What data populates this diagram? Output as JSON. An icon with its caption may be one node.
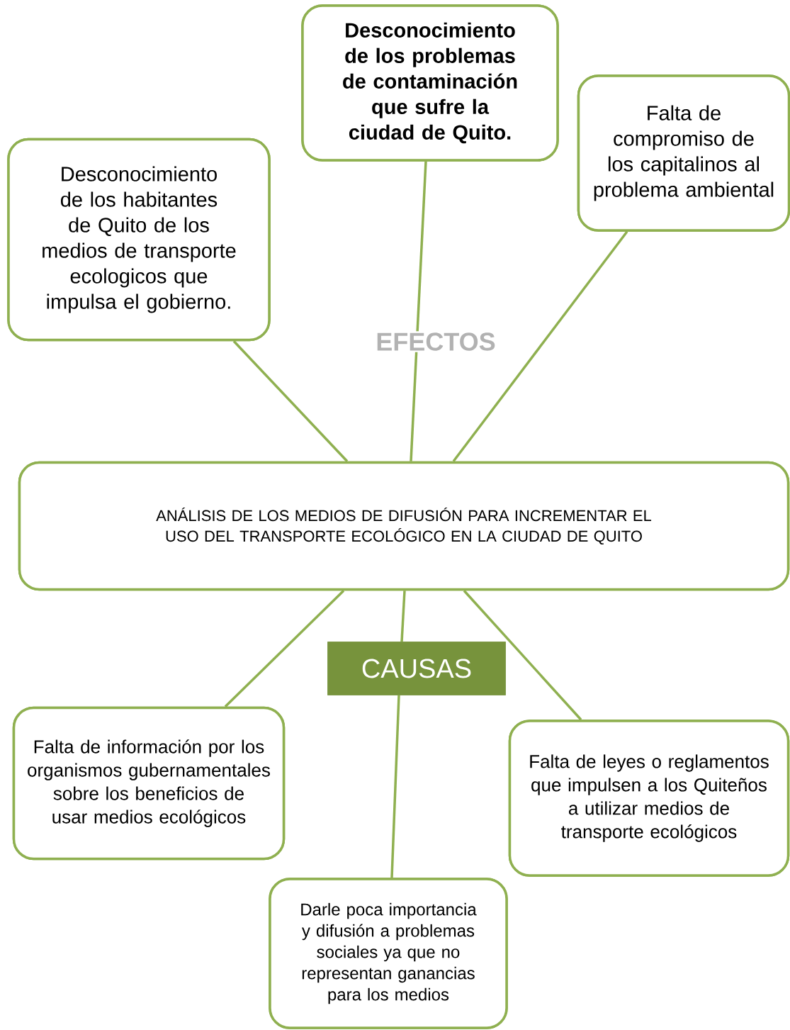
{
  "diagram": {
    "nodes": [
      {
        "text": [
          "ANÁLISIS DE LOS MEDIOS DE DIFUSIÓN PARA INCREMENTAR EL USO DEL TRANSPORTE ECOLÓGICO EN LA CIUDAD DE QUITO"
        ]
      },
      {
        "text": [
          "Desconocimiento de los habitantes de Quito de los medios de transporte ecologicos que impulsa el gobierno."
        ]
      },
      {
        "text": [
          "Desconocimiento de los problemas de contaminación que sufre la ciudad de Quito."
        ]
      },
      {
        "text": [
          "Falta de compromiso de los capitalinos al problema ambiental"
        ]
      },
      {
        "text": [
          "CAUSAS"
        ]
      },
      {
        "text": [
          "Falta de información por los organismos gubernamentales sobre los beneficios de usar medios ecológicos"
        ]
      },
      {
        "text": [
          "Falta de leyes o reglamentos que impulsen a los Quiteños a utilizar medios de transporte ecológicos"
        ]
      },
      {
        "text": [
          "Darle poca importancia y difusión a problemas sociales ya que no representan ganancias para los medios"
        ]
      }
    ],
    "edges": [
      {
        "from": 1,
        "to": 0,
        "arrow": "none"
      },
      {
        "from": 2,
        "to": 0,
        "arrow": "none"
      },
      {
        "from": 3,
        "to": 0,
        "arrow": "none"
      },
      {
        "from": 0,
        "to": 5,
        "arrow": "none"
      },
      {
        "from": 0,
        "to": 4,
        "arrow": "none"
      },
      {
        "from": 4,
        "to": 7,
        "arrow": "none"
      },
      {
        "from": 0,
        "to": 6,
        "arrow": "none"
      }
    ],
    "labels": [
      "EFECTOS"
    ]
  }
}
